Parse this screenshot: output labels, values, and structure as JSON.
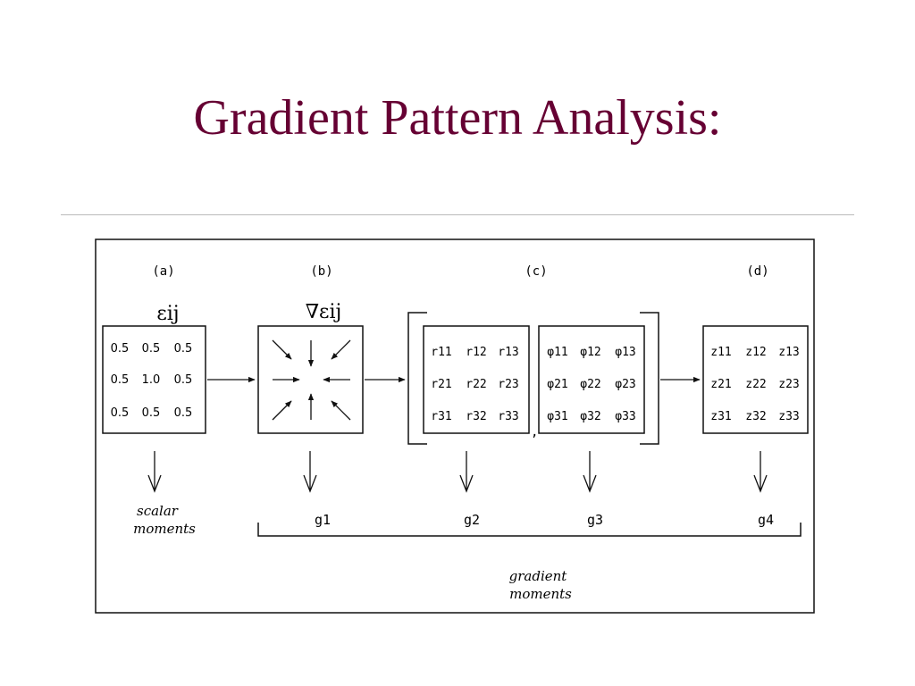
{
  "title": "Gradient Pattern Analysis:",
  "colors": {
    "title": "#660033",
    "ink": "#111111"
  },
  "panel_labels": [
    "(a)",
    "(b)",
    "(c)",
    "(d)"
  ],
  "symbols": {
    "a": "εij",
    "b": "∇εij"
  },
  "matrix_a": [
    [
      "0.5",
      "0.5",
      "0.5"
    ],
    [
      "0.5",
      "1.0",
      "0.5"
    ],
    [
      "0.5",
      "0.5",
      "0.5"
    ]
  ],
  "matrix_r": [
    [
      "r11",
      "r12",
      "r13"
    ],
    [
      "r21",
      "r22",
      "r23"
    ],
    [
      "r31",
      "r32",
      "r33"
    ]
  ],
  "matrix_phi": [
    [
      "φ11",
      "φ12",
      "φ13"
    ],
    [
      "φ21",
      "φ22",
      "φ23"
    ],
    [
      "φ31",
      "φ32",
      "φ33"
    ]
  ],
  "matrix_z": [
    [
      "z11",
      "z12",
      "z13"
    ],
    [
      "z21",
      "z22",
      "z23"
    ],
    [
      "z31",
      "z32",
      "z33"
    ]
  ],
  "separator": ",",
  "outputs": {
    "scalar_line1": "scalar",
    "scalar_line2": "moments",
    "g": [
      "g1",
      "g2",
      "g3",
      "g4"
    ],
    "gradient_line1": "gradient",
    "gradient_line2": "moments"
  }
}
